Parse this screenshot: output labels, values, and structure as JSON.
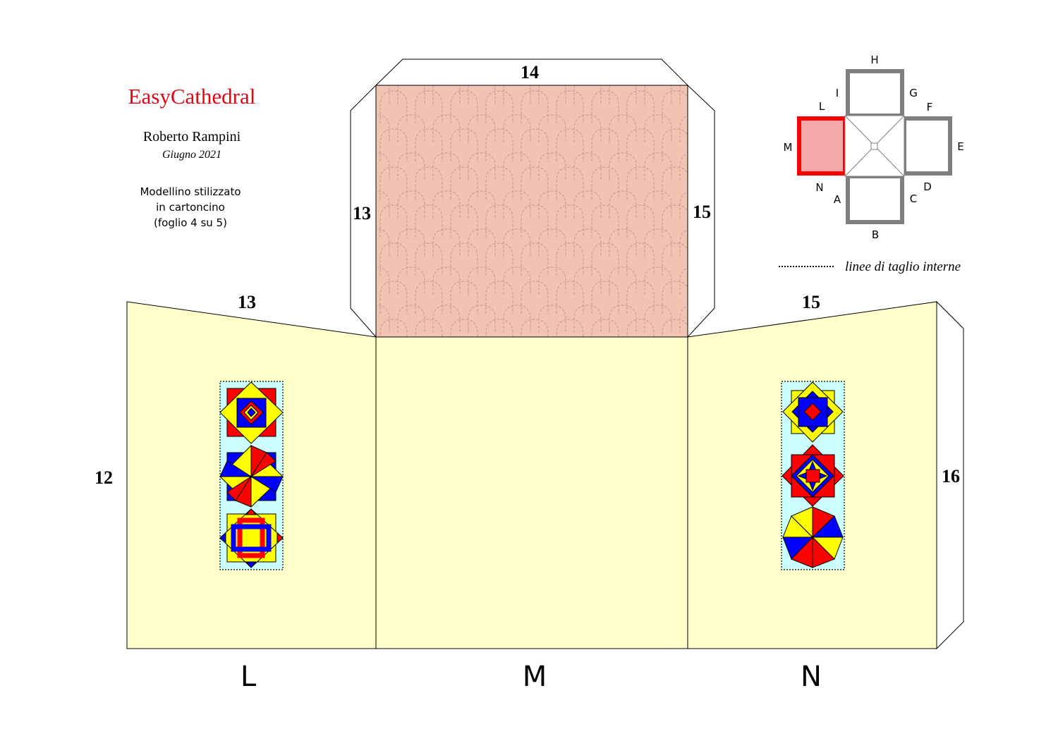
{
  "title": {
    "brand": "EasyCathedral",
    "author": "Roberto Rampini",
    "date": "Giugno 2021",
    "description": [
      "Modellino stilizzato",
      "in cartoncino",
      "(foglio 4 su 5)"
    ]
  },
  "net": {
    "face_labels": [
      "L",
      "M",
      "N"
    ],
    "edge_labels": {
      "roof_top": "14",
      "roof_left": "13",
      "roof_right": "15",
      "wall_l_top": "13",
      "wall_n_top": "15",
      "wall_l_side": "12",
      "wall_n_side": "16"
    }
  },
  "key_map": {
    "letters": {
      "A": "A",
      "B": "B",
      "C": "C",
      "D": "D",
      "E": "E",
      "F": "F",
      "G": "G",
      "H": "H",
      "I": "I",
      "L": "L",
      "M": "M",
      "N": "N"
    }
  },
  "legend": {
    "cut_lines": "linee di taglio interne"
  },
  "colors": {
    "brand": "#e30613",
    "wall": "#ffffcc",
    "roof": "#f2c2b3",
    "tile_line": "#c79a8d",
    "window_bg": "#ccffff",
    "red": "#ff0000",
    "blue": "#0000ff",
    "yellow": "#ffff00",
    "highlight_fill": "#f4a9a9",
    "highlight_border": "#ff0000",
    "frame_gray": "#7f7f7f"
  }
}
